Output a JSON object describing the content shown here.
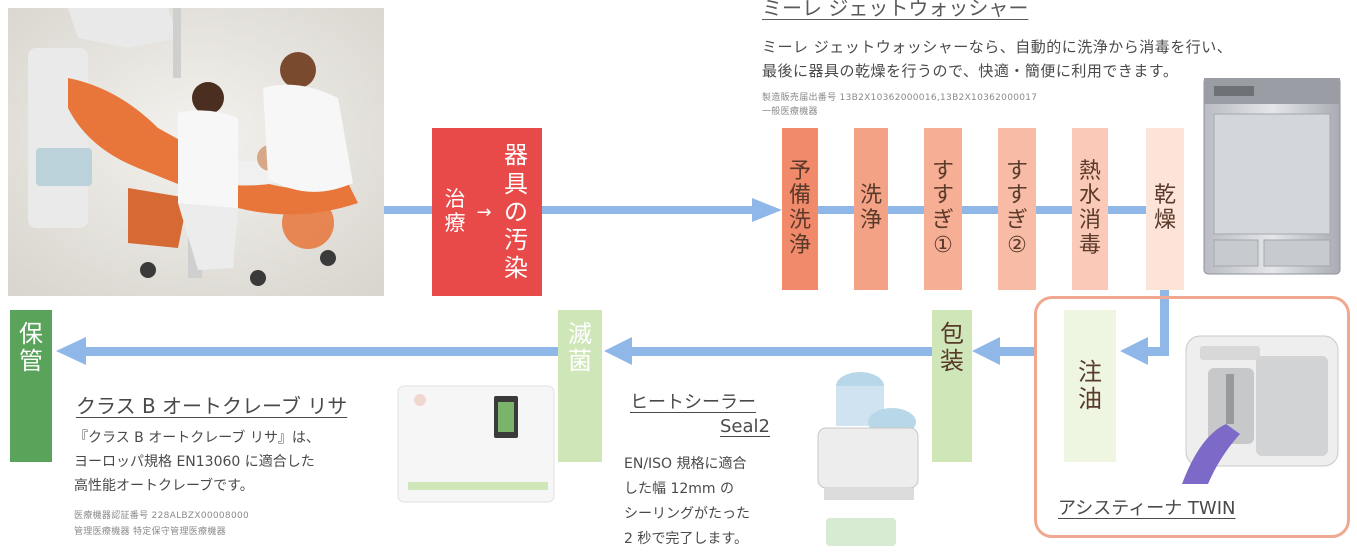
{
  "top_right": {
    "title": "ミーレ ジェットウォッシャー",
    "desc_line1": "ミーレ ジェットウォッシャーなら、自動的に洗浄から消毒を行い、",
    "desc_line2": "最後に器具の乾燥を行うので、快適・簡便に利用できます。",
    "reg_line1": "製造販売届出番号 13B2X10362000016,13B2X10362000017",
    "reg_line2": "一般医療機器"
  },
  "treatment_box": {
    "left": [
      "治",
      "療"
    ],
    "arrow": "→",
    "right": [
      "器",
      "具",
      "の",
      "汚",
      "染"
    ]
  },
  "washer_steps": [
    {
      "chars": [
        "予",
        "備",
        "洗",
        "浄"
      ],
      "color": "#f08a6a"
    },
    {
      "chars": [
        "洗",
        "浄"
      ],
      "color": "#f4a286"
    },
    {
      "chars": [
        "す",
        "す",
        "ぎ",
        "①"
      ],
      "color": "#f6ae95"
    },
    {
      "chars": [
        "す",
        "す",
        "ぎ",
        "②"
      ],
      "color": "#f8bca6"
    },
    {
      "chars": [
        "熱",
        "水",
        "消",
        "毒"
      ],
      "color": "#fac9b7"
    },
    {
      "chars": [
        "乾",
        "燥"
      ],
      "color": "#fde4d8"
    }
  ],
  "bottom_steps": {
    "oil": [
      "注",
      "油"
    ],
    "pack": [
      "包",
      "装"
    ],
    "sterilize": [
      "滅",
      "菌"
    ],
    "store": [
      "保",
      "管"
    ]
  },
  "assistina": {
    "label": "アシスティーナ TWIN"
  },
  "sealer": {
    "title": "ヒートシーラー",
    "subtitle": "Seal2",
    "desc": [
      "EN/ISO 規格に適合",
      "した幅 12mm の",
      "シーリングがたった",
      "2 秒で完了します。"
    ]
  },
  "autoclave": {
    "title": "クラス B オートクレーブ リサ",
    "desc": [
      "『クラス B オートクレーブ リサ』は、",
      "ヨーロッパ規格 EN13060 に適合した",
      "高性能オートクレーブです。"
    ],
    "reg_line1": "医療機器認証番号 228ALBZX00008000",
    "reg_line2": "管理医療機器 特定保守管理医療機器"
  },
  "colors": {
    "arrow": "#8fb8e8",
    "treatment": "#e84a4a",
    "green_dark": "#5aa35a",
    "green_light": "#cfe6b8",
    "frame": "#f0a890"
  },
  "icons": [
    "arrow-right-icon",
    "arrow-left-icon",
    "arrow-down-icon"
  ]
}
